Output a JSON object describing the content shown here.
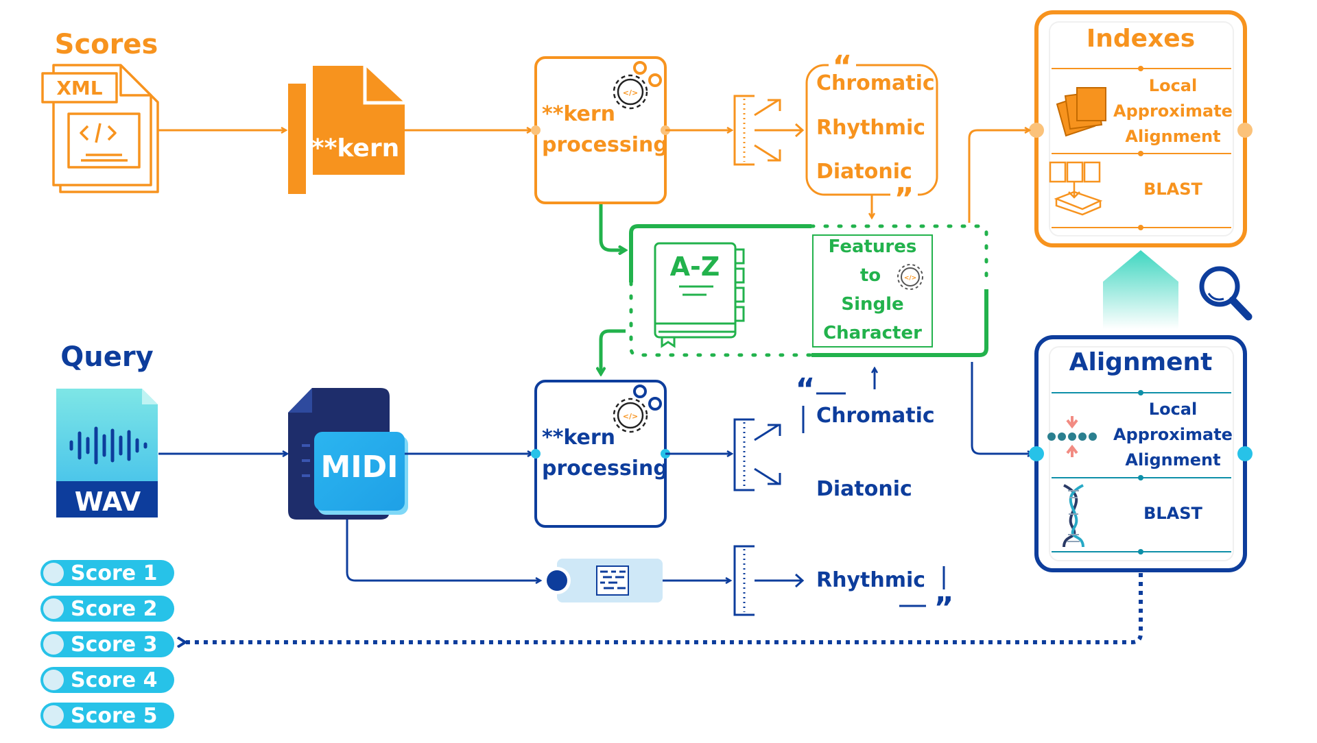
{
  "colors": {
    "orange": "#f7931e",
    "blue": "#0d3d9c",
    "green": "#22b24c",
    "cyan": "#27c2e8",
    "teal": "#3fd6c0"
  },
  "scores_section": {
    "title": "Scores",
    "xml_label": "XML",
    "kern_file_label": "**kern",
    "processing_label_1": "**kern",
    "processing_label_2": "processing",
    "features": [
      "Chromatic",
      "Rhythmic",
      "Diatonic"
    ]
  },
  "indexes": {
    "title": "Indexes",
    "local_1": "Local",
    "local_2": "Approximate",
    "local_3": "Alignment",
    "blast": "BLAST"
  },
  "center": {
    "book_label": "A-Z",
    "features_1": "Features",
    "features_2": "to",
    "features_3": "Single",
    "features_4": "Character"
  },
  "query_section": {
    "title": "Query",
    "wav_label": "WAV",
    "midi_label": "MIDI",
    "processing_label_1": "**kern",
    "processing_label_2": "processing",
    "features": [
      "Chromatic",
      "Diatonic"
    ],
    "rhythmic": "Rhythmic"
  },
  "alignment": {
    "title": "Alignment",
    "local_1": "Local",
    "local_2": "Approximate",
    "local_3": "Alignment",
    "blast": "BLAST"
  },
  "results": [
    "Score 1",
    "Score 2",
    "Score 3",
    "Score 4",
    "Score 5"
  ],
  "icons": [
    "xml-file-icon",
    "kern-file-icon",
    "gears-code-icon",
    "split-arrows-icon",
    "quote-icon",
    "documents-stack-icon",
    "blast-database-icon",
    "az-book-icon",
    "gear-code-icon",
    "wav-file-icon",
    "midi-file-icon",
    "piano-roll-icon",
    "compress-arrows-icon",
    "dna-icon",
    "magnifier-icon"
  ]
}
